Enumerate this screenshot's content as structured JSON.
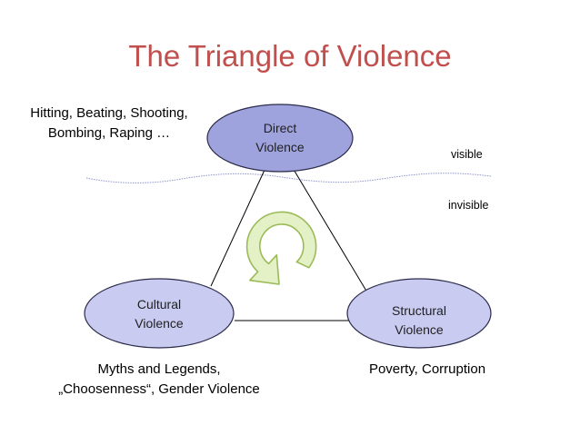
{
  "title": "The Triangle of Violence",
  "nodes": {
    "direct": {
      "line1": "Direct",
      "line2": "Violence",
      "fill": "#9fa3dd"
    },
    "cultural": {
      "line1": "Cultural",
      "line2": "Violence",
      "fill": "#c9cbf0"
    },
    "structural": {
      "line1": "Structural",
      "line2": "Violence",
      "fill": "#c9cbf0"
    }
  },
  "annotations": {
    "direct_line1": "Hitting, Beating, Shooting,",
    "direct_line2": "Bombing, Raping …",
    "cultural_line1": "Myths and Legends,",
    "cultural_line2": "„Choosenness“, Gender Violence",
    "structural": "Poverty, Corruption",
    "visible": "visible",
    "invisible": "invisible"
  },
  "colors": {
    "title": "#c0504d",
    "wave": "#8f95c9",
    "cycle_arrow_fill": "#e4f0c6",
    "cycle_arrow_stroke": "#9bbb59",
    "node_outline": "#2b2b4a"
  },
  "icons": {
    "cycle": "circular-arrow-icon"
  }
}
